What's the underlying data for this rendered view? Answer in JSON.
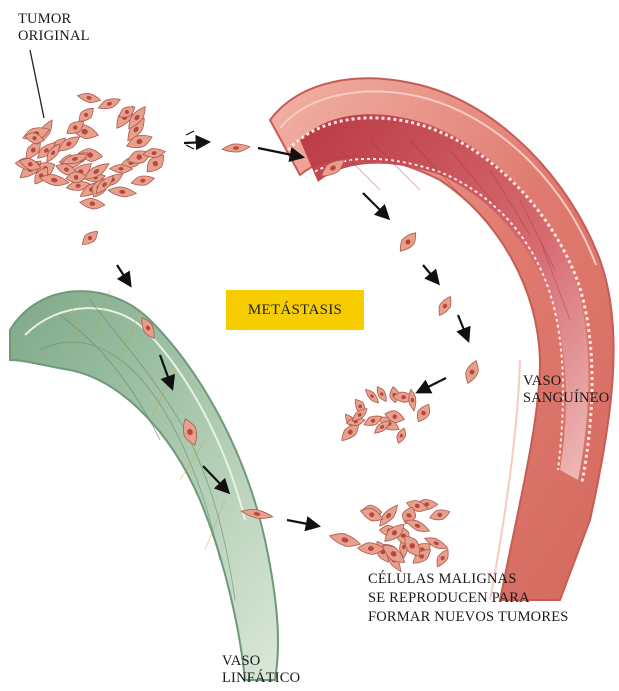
{
  "labels": {
    "tumor_original": [
      "TUMOR",
      "ORIGINAL"
    ],
    "metastasis": "METÁSTASIS",
    "vaso_sanguineo": [
      "VASO",
      "SANGUÍNEO"
    ],
    "vaso_linfatico": [
      "VASO",
      "LINFÁTICO"
    ],
    "celulas_malignas": [
      "CÉLULAS MALIGNAS",
      "SE REPRODUCEN PARA",
      "FORMAR NUEVOS TUMORES"
    ]
  },
  "colors": {
    "blood_vessel_outer": "#e07a6f",
    "blood_vessel_inner": "#c94a55",
    "lymph_vessel": "#8fb79a",
    "cell_fill": "#e8a08c",
    "cell_nucleus": "#b5483f",
    "metastasis_highlight": "#f7cd00",
    "arrow": "#111111"
  }
}
